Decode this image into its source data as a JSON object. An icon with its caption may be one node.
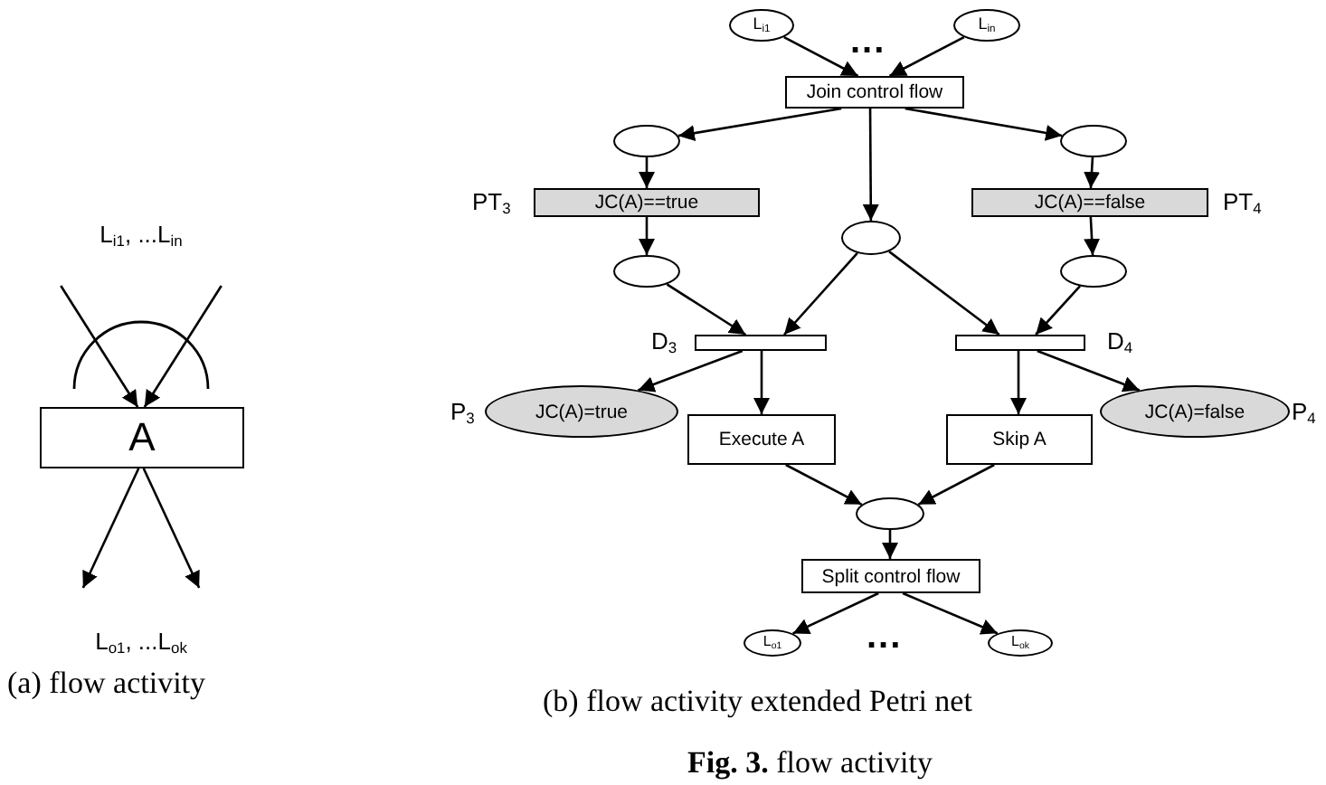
{
  "diagram": {
    "caption": "**Fig. 3.** flow activity",
    "nodes": [
      {
        "text": [
          "L$_{i1}$, ...L$_{in}$"
        ]
      },
      {
        "text": [
          "A"
        ]
      },
      {
        "text": [
          "L$_{o1}$, ...L$_{ok}$"
        ]
      },
      {
        "text": [
          "L$_{i1}$"
        ]
      },
      {
        "text": [
          "L$_{in}$"
        ]
      },
      {
        "text": [
          "Join control flow"
        ]
      },
      {
        "text": [],
        "shape": "ellipse"
      },
      {
        "text": [],
        "shape": "ellipse"
      },
      {
        "text": [
          "JC(A)==true"
        ],
        "beside": [
          "PT$_{3}$"
        ]
      },
      {
        "text": [
          "JC(A)==false"
        ],
        "beside": [
          "PT$_{4}$"
        ]
      },
      {
        "text": [],
        "shape": "ellipse"
      },
      {
        "text": [],
        "shape": "ellipse"
      },
      {
        "text": [],
        "shape": "ellipse"
      },
      {
        "text": [],
        "shape": "bar",
        "beside": [
          "D$_{3}$"
        ]
      },
      {
        "text": [],
        "shape": "bar",
        "beside": [
          "D$_{4}$"
        ]
      },
      {
        "text": [
          "JC(A)=true"
        ],
        "beside": [
          "P$_{3}$"
        ]
      },
      {
        "text": [
          "Execute A"
        ]
      },
      {
        "text": [
          "Skip A"
        ]
      },
      {
        "text": [
          "JC(A)=false"
        ],
        "beside": [
          "P$_{4}$"
        ]
      },
      {
        "text": [],
        "shape": "ellipse"
      },
      {
        "text": [
          "Split control flow"
        ]
      },
      {
        "text": [
          "L$_{o1}$"
        ]
      },
      {
        "text": [
          "L$_{ok}$"
        ]
      }
    ],
    "edges": [
      {
        "from": 0,
        "to": 1,
        "arrow": "to"
      },
      {
        "from": 0,
        "to": 1,
        "arrow": "to"
      },
      {
        "from": 1,
        "to": 2,
        "arrow": "to"
      },
      {
        "from": 1,
        "to": 2,
        "arrow": "to"
      },
      {
        "from": 3,
        "to": 5,
        "arrow": "to"
      },
      {
        "from": 4,
        "to": 5,
        "arrow": "to"
      },
      {
        "from": 5,
        "to": 6,
        "arrow": "to"
      },
      {
        "from": 5,
        "to": 10,
        "arrow": "to"
      },
      {
        "from": 5,
        "to": 7,
        "arrow": "to"
      },
      {
        "from": 6,
        "to": 8,
        "arrow": "to"
      },
      {
        "from": 8,
        "to": 11,
        "arrow": "to"
      },
      {
        "from": 7,
        "to": 9,
        "arrow": "to"
      },
      {
        "from": 9,
        "to": 12,
        "arrow": "to"
      },
      {
        "from": 11,
        "to": 13,
        "arrow": "to"
      },
      {
        "from": 10,
        "to": 13,
        "arrow": "to"
      },
      {
        "from": 10,
        "to": 14,
        "arrow": "to"
      },
      {
        "from": 12,
        "to": 14,
        "arrow": "to"
      },
      {
        "from": 13,
        "to": 15,
        "arrow": "to"
      },
      {
        "from": 13,
        "to": 16,
        "arrow": "to"
      },
      {
        "from": 14,
        "to": 17,
        "arrow": "to"
      },
      {
        "from": 14,
        "to": 18,
        "arrow": "to"
      },
      {
        "from": 16,
        "to": 19,
        "arrow": "to"
      },
      {
        "from": 17,
        "to": 19,
        "arrow": "to"
      },
      {
        "from": 19,
        "to": 20,
        "arrow": "to"
      },
      {
        "from": 20,
        "to": 21,
        "arrow": "to"
      },
      {
        "from": 20,
        "to": 22,
        "arrow": "to"
      }
    ],
    "labels": [
      "...",
      "...",
      "(a) flow activity",
      "(b) flow activity extended Petri net"
    ]
  }
}
